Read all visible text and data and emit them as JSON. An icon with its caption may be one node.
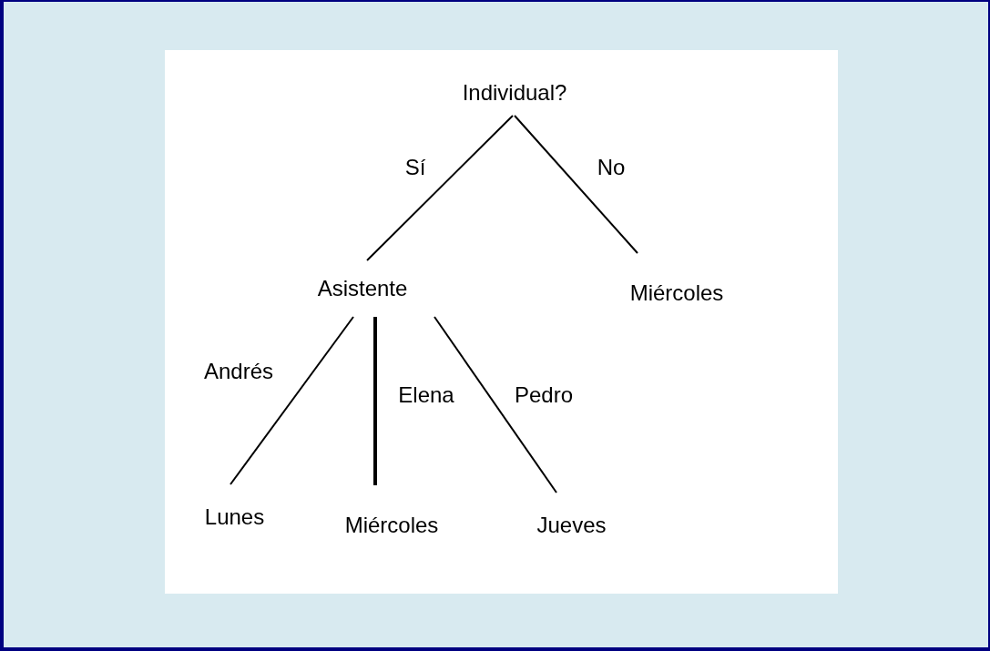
{
  "diagram": {
    "nodes": [
      {
        "text": [
          "Individual?"
        ]
      },
      {
        "text": [
          "Asistente"
        ]
      },
      {
        "text": [
          "Miércoles"
        ]
      },
      {
        "text": [
          "Lunes"
        ]
      },
      {
        "text": [
          "Miércoles"
        ]
      },
      {
        "text": [
          "Jueves"
        ]
      }
    ],
    "edges": [
      {
        "from": 0,
        "to": 1,
        "arrow": "none",
        "label": "Sí"
      },
      {
        "from": 0,
        "to": 2,
        "arrow": "none",
        "label": "No"
      },
      {
        "from": 1,
        "to": 3,
        "arrow": "none",
        "label": "Andrés"
      },
      {
        "from": 1,
        "to": 4,
        "arrow": "none",
        "label": "Elena",
        "style": "thick"
      },
      {
        "from": 1,
        "to": 5,
        "arrow": "none",
        "label": "Pedro"
      }
    ]
  }
}
